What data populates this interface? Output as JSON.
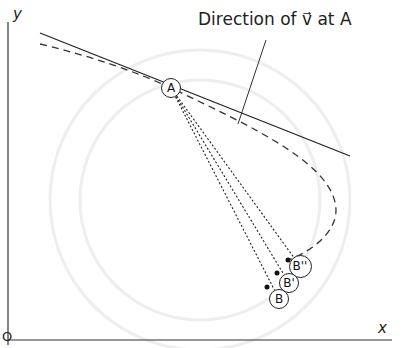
{
  "diagram": {
    "nodes": [
      {
        "text": [
          "A"
        ]
      },
      {
        "text": [
          "B''"
        ]
      },
      {
        "text": [
          "B'"
        ]
      },
      {
        "text": [
          "B"
        ]
      }
    ],
    "edges": [
      {
        "from": 0,
        "to": 1,
        "arrow": "none"
      },
      {
        "from": 0,
        "to": 2,
        "arrow": "none"
      },
      {
        "from": 0,
        "to": 3,
        "arrow": "none"
      }
    ],
    "labels": [
      "Direction of v⃗ at A",
      "y",
      "x",
      "O"
    ]
  }
}
